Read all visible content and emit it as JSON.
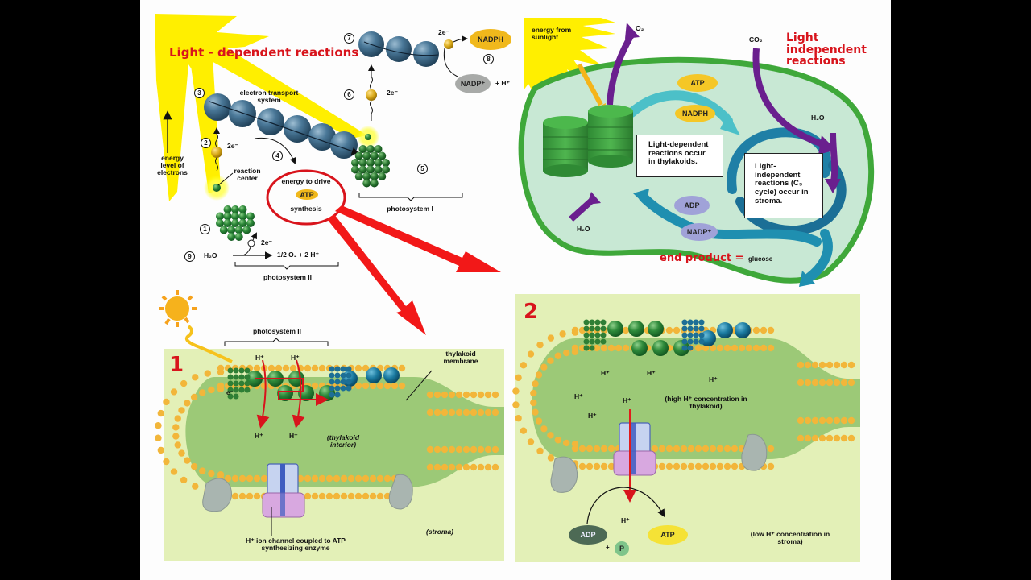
{
  "top_left": {
    "title": "Light - dependent reactions",
    "axis_label": "energy level of electrons",
    "steps": [
      "1",
      "2",
      "3",
      "4",
      "5",
      "6",
      "7",
      "8",
      "9"
    ],
    "electron_label": "2e⁻",
    "etc_label": "electron transport system",
    "reaction_center_label": "reaction center",
    "atp_box": {
      "line1": "energy to drive",
      "badge": "ATP",
      "line2": "synthesis"
    },
    "water": "H₂O",
    "products": "1/2 O₂ + 2 H⁺",
    "photosystem2_label": "photosystem II",
    "photosystem1_label": "photosystem I",
    "nadph": "NADPH",
    "nadp": "NADP⁺",
    "hplus": "+ H⁺"
  },
  "top_right": {
    "title": "Light independent reactions",
    "sunlight_label": "energy from sunlight",
    "o2": "O₂",
    "co2": "CO₂",
    "h2o_left": "H₂O",
    "h2o_right": "H₂O",
    "atp": "ATP",
    "nadph": "NADPH",
    "adp": "ADP",
    "nadp": "NADP⁺",
    "box_light_dependent": "Light-dependent reactions occur in thylakoids.",
    "box_light_independent": "Light-independent reactions (C₃ cycle) occur in stroma.",
    "end_product_label": "end product =",
    "end_product_value": "glucose"
  },
  "panel1": {
    "number": "1",
    "photosystem_label": "photosystem II",
    "membrane_label": "thylakoid membrane",
    "electron": "e⁻",
    "h_ions": [
      "H⁺",
      "H⁺",
      "H⁺",
      "H⁺"
    ],
    "interior_label": "(thylakoid interior)",
    "stroma_label": "(stroma)",
    "channel_label": "H⁺ ion channel coupled to ATP synthesizing enzyme"
  },
  "panel2": {
    "number": "2",
    "h_ions": [
      "H⁺",
      "H⁺",
      "H⁺",
      "H⁺",
      "H⁺",
      "H⁺"
    ],
    "high_label": "(high H⁺ concentration in thylakoid)",
    "h_out": "H⁺",
    "adp": "ADP",
    "plus": "+",
    "p": "P",
    "atp": "ATP",
    "low_label": "(low H⁺ concentration in stroma)"
  },
  "colors": {
    "title_red": "#d8141c",
    "sun_yellow": "#ffee00",
    "etc_blue": "#3e6b8a",
    "chlorophyll_green": "#2f8a3b",
    "panel_bg": "#e3f0b7",
    "stroma_green": "#9cc977",
    "chloroplast_outer": "#3fa83a",
    "chloroplast_inner": "#c8e8d4",
    "cycle_teal": "#1f8fb0",
    "arrow_purple": "#6a1f8e"
  }
}
